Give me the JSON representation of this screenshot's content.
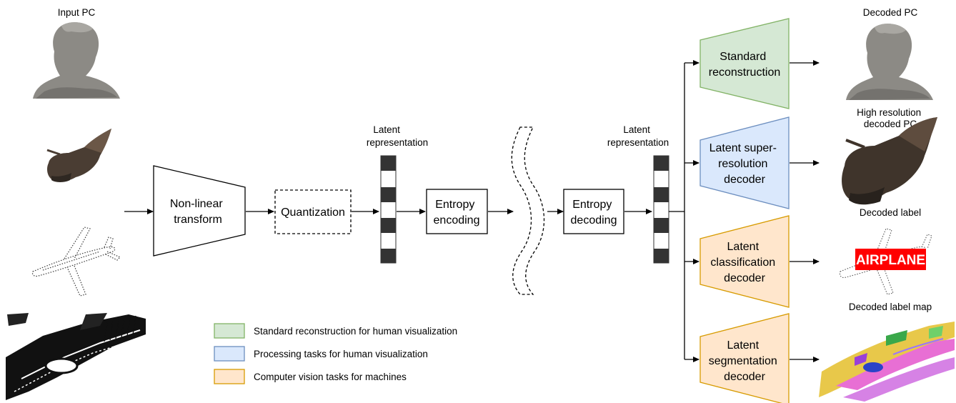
{
  "inputs": {
    "caption": "Input PC"
  },
  "encoder": {
    "transform": [
      "Non-linear",
      "transform"
    ],
    "quantization": "Quantization",
    "latent_enc_label": [
      "Latent",
      "representation"
    ],
    "entropy_encoding": [
      "Entropy",
      "encoding"
    ]
  },
  "decoder": {
    "entropy_decoding": [
      "Entropy",
      "decoding"
    ],
    "latent_dec_label": [
      "Latent",
      "representation"
    ]
  },
  "branches": [
    {
      "name": "standard",
      "lines": [
        "Standard",
        "reconstruction"
      ],
      "fill": "#d5e8d4",
      "stroke": "#82b366",
      "output_caption": [
        "Decoded PC"
      ]
    },
    {
      "name": "superres",
      "lines": [
        "Latent super-",
        "resolution",
        "decoder"
      ],
      "fill": "#dae8fc",
      "stroke": "#6c8ebf",
      "output_caption": [
        "High resolution",
        "decoded PC"
      ]
    },
    {
      "name": "classification",
      "lines": [
        "Latent",
        "classification",
        "decoder"
      ],
      "fill": "#ffe6cc",
      "stroke": "#d79b00",
      "output_caption": [
        "Decoded label"
      ]
    },
    {
      "name": "segmentation",
      "lines": [
        "Latent",
        "segmentation",
        "decoder"
      ],
      "fill": "#ffe6cc",
      "stroke": "#d79b00",
      "output_caption": [
        "Decoded label map"
      ]
    }
  ],
  "classification_label": "AIRPLANE",
  "legend": [
    {
      "text": "Standard reconstruction for human visualization",
      "fill": "#d5e8d4",
      "stroke": "#82b366"
    },
    {
      "text": "Processing tasks for human visualization",
      "fill": "#dae8fc",
      "stroke": "#6c8ebf"
    },
    {
      "text": "Computer vision tasks for machines",
      "fill": "#ffe6cc",
      "stroke": "#d79b00"
    }
  ],
  "colors": {
    "label_red": "#ff0000",
    "latent_dark": "#333333"
  }
}
